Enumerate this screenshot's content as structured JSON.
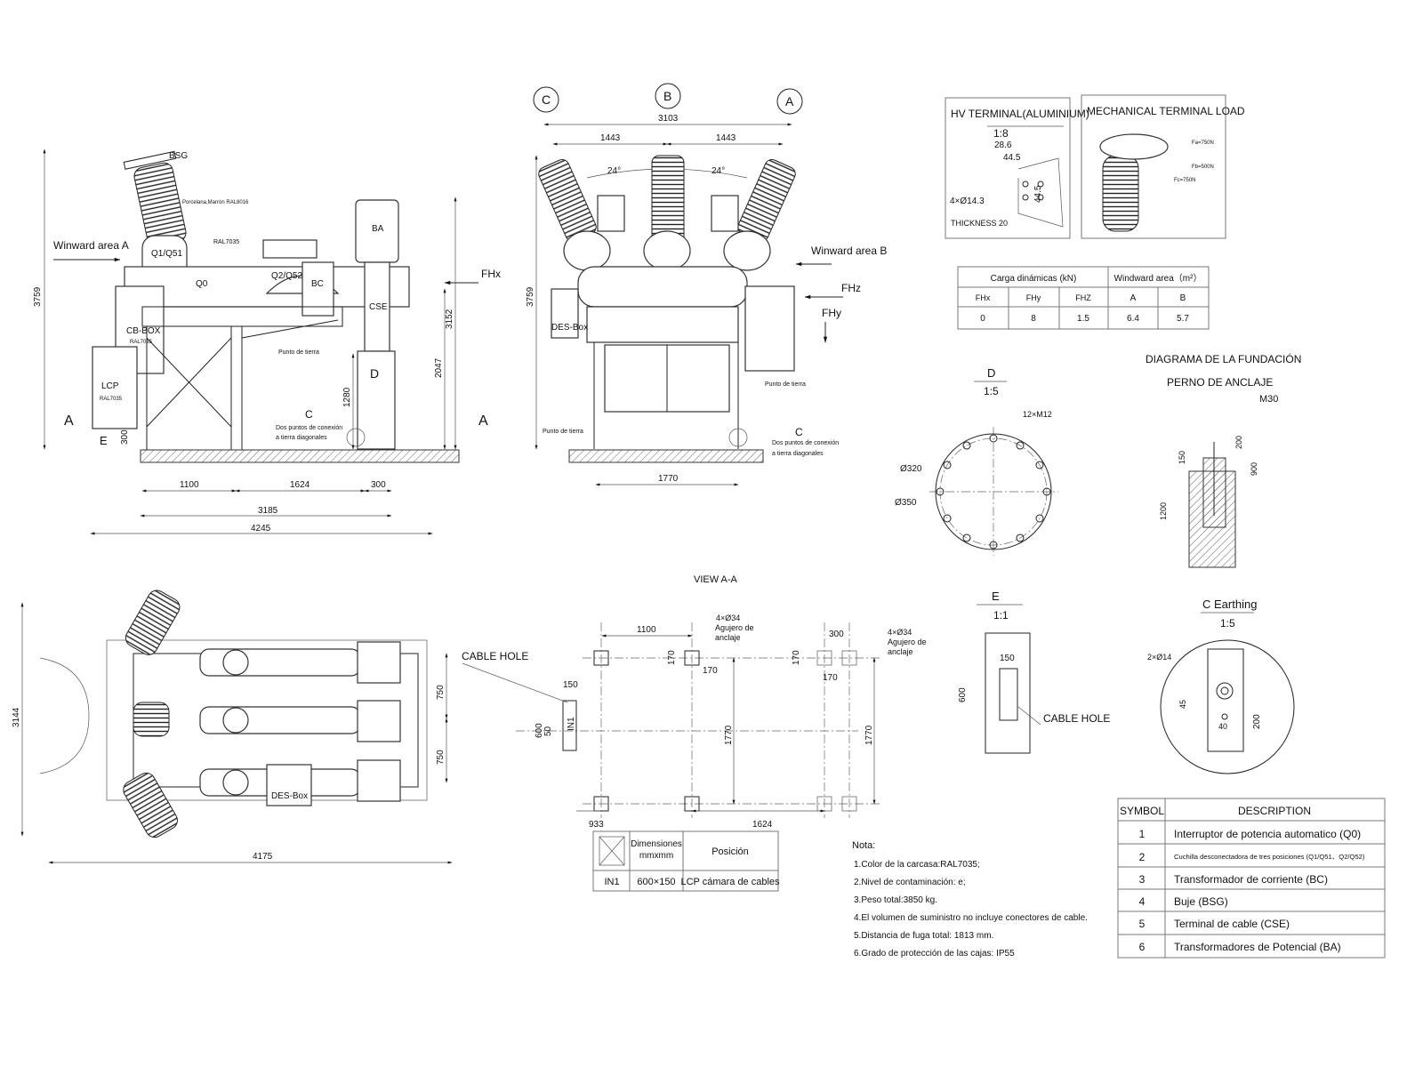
{
  "side_view": {
    "bsg": "BSG",
    "porcelain": "Porcelana,Marrón RAL8016",
    "ral_top": "RAL7035",
    "winward_a": "Winward area A",
    "q1q51": "Q1/Q51",
    "q0": "Q0",
    "q2q52": "Q2/Q52",
    "bc": "BC",
    "ba": "BA",
    "cse": "CSE",
    "cb_box": "CB-BOX",
    "cb_ral": "RAL7035",
    "lcp": "LCP",
    "lcp_ral": "RAL7035",
    "punto_tierra": "Punto de tierra",
    "c": "C",
    "dos_puntos_1": "Dos puntos de conexión",
    "dos_puntos_2": "a tierra diagonales",
    "d": "D",
    "e": "E",
    "a_left": "A",
    "a_right": "A",
    "fhx": "FHx",
    "dims": {
      "h_total": "3759",
      "h_3152": "3152",
      "h_2047": "2047",
      "h_1280": "1280",
      "h_300": "300",
      "w_1100": "1100",
      "w_1624": "1624",
      "w_300": "300",
      "w_3185": "3185",
      "w_4245": "4245"
    }
  },
  "front_view": {
    "circle_c": "C",
    "circle_b": "B",
    "circle_a": "A",
    "w_3103": "3103",
    "w_1443_left": "1443",
    "w_1443_right": "1443",
    "angle_left": "24°",
    "angle_right": "24°",
    "winward_b": "Winward area B",
    "fhz": "FHz",
    "fhy": "FHy",
    "des_box": "DES-Box",
    "punto_tierra_left": "Punto de tierra",
    "punto_tierra_right": "Punto de tierra",
    "c": "C",
    "dos_puntos_1": "Dos puntos de conexión",
    "dos_puntos_2": "a tierra diagonales",
    "h_total": "3759",
    "w_1770": "1770"
  },
  "hv_terminal": {
    "title": "HV TERMINAL(ALUMINIUM)",
    "scale": "1:8",
    "d_28_6": "28.6",
    "d_44_5": "44.5",
    "d_44_5_v": "44.5",
    "holes": "4×Ø14.3",
    "thickness": "THICKNESS 20"
  },
  "mechanical_load": {
    "title": "MECHANICAL TERMINAL LOAD",
    "fa": "Fa=750N",
    "fb": "Fb=500N",
    "fc": "Fc=750N"
  },
  "loads_table": {
    "header_loads": "Carga dinámicas (kN)",
    "header_area": "Windward area（m²）",
    "cols": [
      "FHx",
      "FHy",
      "FHZ",
      "A",
      "B"
    ],
    "values": [
      "0",
      "8",
      "1.5",
      "6.4",
      "5.7"
    ]
  },
  "detail_d": {
    "title": "D",
    "scale": "1:5",
    "bolts": "12×M12",
    "d320": "Ø320",
    "d350": "Ø350"
  },
  "foundation": {
    "title": "DIAGRAMA DE LA FUNDACIÓN",
    "subtitle": "PERNO DE ANCLAJE",
    "m30": "M30",
    "d200": "200",
    "d150": "150",
    "d900": "900",
    "d1200": "1200"
  },
  "top_view": {
    "h_3144": "3144",
    "w_4175": "4175",
    "d750_top": "750",
    "d750_bottom": "750",
    "des_box": "DES-Box"
  },
  "view_aa": {
    "title": "VIEW  A-A",
    "cable_hole": "CABLE HOLE",
    "d1100": "1100",
    "d170_a": "170",
    "d170_b": "170",
    "d300": "300",
    "d170_c": "170",
    "d170_d": "170",
    "holes_left_1": "4×Ø34",
    "holes_left_2": "Agujero de",
    "holes_left_3": "anclaje",
    "holes_right_1": "4×Ø34",
    "holes_right_2": "Agujero de",
    "holes_right_3": "anclaje",
    "d150": "150",
    "d600": "600",
    "d50": "50",
    "in1": "IN1",
    "d1770_left": "1770",
    "d1770_right": "1770",
    "d933": "933",
    "d1624": "1624"
  },
  "detail_e": {
    "title": "E",
    "scale": "1:1",
    "d150": "150",
    "d600": "600",
    "cable_hole": "CABLE HOLE"
  },
  "detail_c": {
    "title": "C  Earthing",
    "scale": "1:5",
    "holes": "2×Ø14",
    "d45": "45",
    "d40": "40",
    "d200": "200"
  },
  "in_table": {
    "header_dim_1": "Dimensiones",
    "header_dim_2": "mmxmm",
    "header_pos": "Posición",
    "row_id": "IN1",
    "row_dim": "600×150",
    "row_pos": "LCP cámara de cables"
  },
  "notes": {
    "title": "Nota:",
    "items": [
      "1.Color de la carcasa:RAL7035;",
      "2.Nivel de contaminación: e;",
      "3.Peso total:3850 kg.",
      "4.El volumen de suministro no incluye conectores de cable.",
      "5.Distancia de fuga total: 1813 mm.",
      "6.Grado de protección de las cajas: IP55"
    ]
  },
  "symbol_table": {
    "header_symbol": "SYMBOL",
    "header_desc": "DESCRIPTION",
    "rows": [
      {
        "symbol": "1",
        "desc": "Interruptor de potencia automatico (Q0)"
      },
      {
        "symbol": "2",
        "desc": "Cuchilla desconectadora de tres posiciones (Q1/Q51、Q2/Q52)"
      },
      {
        "symbol": "3",
        "desc": "Transformador de corriente (BC)"
      },
      {
        "symbol": "4",
        "desc": "Buje (BSG)"
      },
      {
        "symbol": "5",
        "desc": "Terminal de cable (CSE)"
      },
      {
        "symbol": "6",
        "desc": "Transformadores de Potencial (BA)"
      }
    ]
  }
}
